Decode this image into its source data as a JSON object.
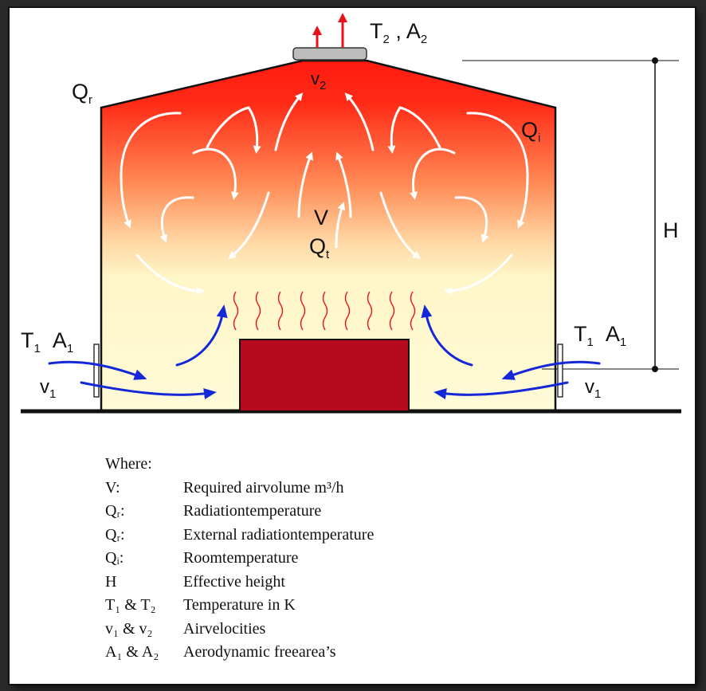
{
  "labels": {
    "t2": "T",
    "t2_sub": "2",
    "comma": " , ",
    "a2": "A",
    "a2_sub": "2",
    "v2": "v",
    "v2_sub": "2",
    "qr": "Q",
    "qr_sub": "r",
    "qi": "Q",
    "qi_sub": "i",
    "h": "H",
    "v": "V",
    "qt": "Q",
    "qt_sub": "t",
    "t1_left": "T",
    "t1_left_sub": "1",
    "a1_left": "A",
    "a1_left_sub": "1",
    "v1_left": "v",
    "v1_left_sub": "1",
    "t1_right": "T",
    "t1_right_sub": "1",
    "a1_right": "A",
    "a1_right_sub": "1",
    "v1_right": "v",
    "v1_right_sub": "1"
  },
  "legend": {
    "header": "Where:",
    "rows": [
      {
        "symbol": "V:",
        "description": "Required airvolume m³/h"
      },
      {
        "symbol": "Qᵣ:",
        "description": "Radiationtemperature"
      },
      {
        "symbol": "Qᵣ:",
        "description": "External radiationtemperature"
      },
      {
        "symbol": "Qᵢ:",
        "description": "Roomtemperature"
      },
      {
        "symbol": "H",
        "description": "Effective height"
      },
      {
        "symbol": "T₁ & T₂",
        "description": "Temperature in K"
      },
      {
        "symbol": "v₁ & v₂",
        "description": "Airvelocities"
      },
      {
        "symbol": "A₁ & A₂",
        "description": "Aerodynamic freearea’s"
      }
    ]
  },
  "colors": {
    "hot": "#ff1a10",
    "warm": "#ffe9b0",
    "cool": "#fffbd8",
    "heater": "#b80a1e",
    "inflow": "#1428d8",
    "outflow": "#e8121a",
    "convection": "#ffffff"
  }
}
